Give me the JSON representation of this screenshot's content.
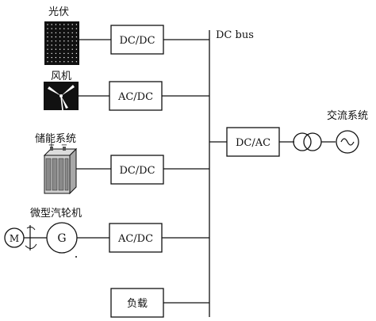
{
  "diagram": {
    "bus_label": "DC bus",
    "sources": {
      "pv": {
        "name": "光伏",
        "converter": "DC/DC"
      },
      "wind": {
        "name": "风机",
        "converter": "AC/DC"
      },
      "storage": {
        "name": "储能系统",
        "converter": "DC/DC",
        "terminal_plus": "+",
        "terminal_minus": "−"
      },
      "turbine": {
        "name": "微型汽轮机",
        "converter": "AC/DC",
        "motor_label": "M",
        "generator_label": "G"
      }
    },
    "load": {
      "name": "负载"
    },
    "grid_side": {
      "inverter": "DC/AC",
      "grid_name": "交流系统"
    }
  }
}
